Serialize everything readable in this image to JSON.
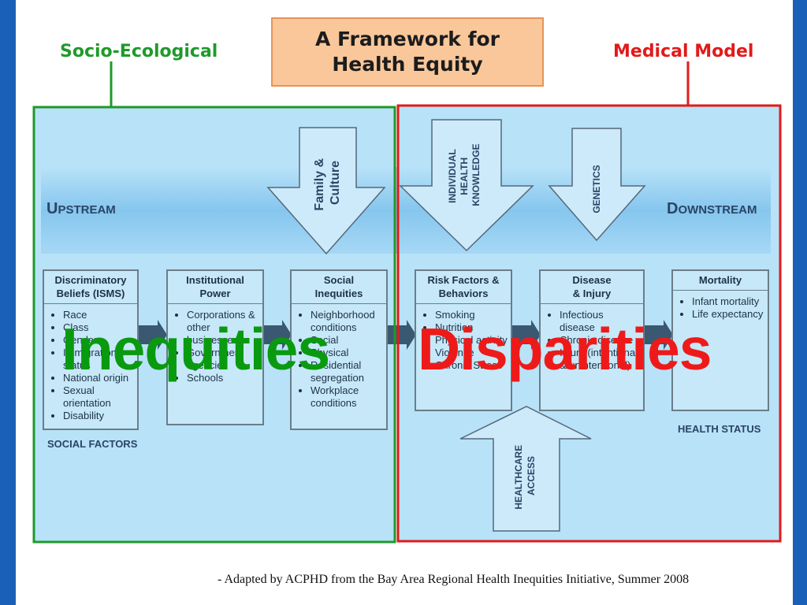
{
  "title": [
    "A Framework for",
    "Health Equity"
  ],
  "side_labels": {
    "left": "Socio-Ecological",
    "right": "Medical Model"
  },
  "stream": {
    "upstream": "Upstream",
    "downstream": "Downstream"
  },
  "arrows": {
    "family_culture": [
      "Family &",
      "Culture"
    ],
    "individual_knowledge": [
      "INDIVIDUAL",
      "HEALTH",
      "KNOWLEDGE"
    ],
    "genetics": "GENETICS",
    "healthcare_access": [
      "HEALTHCARE",
      "ACCESS"
    ]
  },
  "boxes": [
    {
      "title": [
        "Discriminatory",
        "Beliefs (ISMS)"
      ],
      "items": [
        "Race",
        "Class",
        "Gender",
        "Immigration status",
        "National origin",
        "Sexual orientation",
        "Disability"
      ]
    },
    {
      "title": [
        "Institutional",
        "Power"
      ],
      "items": [
        "Corporations & other businesses",
        "Government agencies",
        "Schools"
      ]
    },
    {
      "title": [
        "Social",
        "Inequities"
      ],
      "items": [
        "Neighborhood conditions",
        "Social",
        "Physical",
        "Residential segregation",
        "Workplace conditions"
      ]
    },
    {
      "title": [
        "Risk Factors &",
        "Behaviors"
      ],
      "items": [
        "Smoking",
        "Nutrition",
        "Physical activity",
        "Violence",
        "Chronic Stress"
      ]
    },
    {
      "title": [
        "Disease",
        "& Injury"
      ],
      "items": [
        "Infectious disease",
        "Chronic disease",
        "Injury (intentional & unintentional)"
      ]
    },
    {
      "title": [
        "Mortality"
      ],
      "items": [
        "Infant mortality",
        "Life expectancy"
      ]
    }
  ],
  "section_captions": {
    "social_factors": "SOCIAL FACTORS",
    "health_status": "HEALTH STATUS"
  },
  "overlay": {
    "left": "Inequities",
    "right": "Disparities"
  },
  "credit": "- Adapted by ACPHD from the Bay Area Regional Health Inequities Initiative, Summer 2008",
  "colors": {
    "green": "#1f9a2a",
    "red": "#e21a1a",
    "panel": "#b8e2f8",
    "band": "#8ccaf0"
  }
}
